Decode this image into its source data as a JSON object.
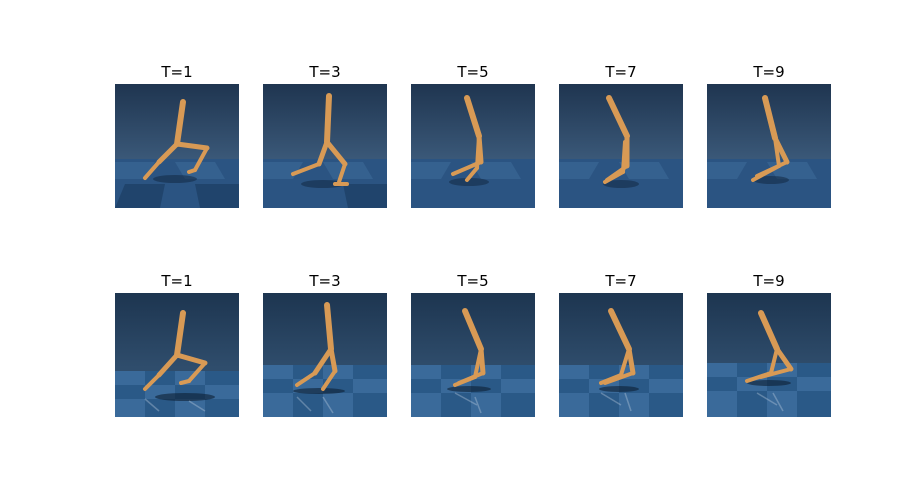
{
  "rows": [
    {
      "panels": [
        {
          "title": "T=1"
        },
        {
          "title": "T=3"
        },
        {
          "title": "T=5"
        },
        {
          "title": "T=7"
        },
        {
          "title": "T=9"
        }
      ]
    },
    {
      "panels": [
        {
          "title": "T=1"
        },
        {
          "title": "T=3"
        },
        {
          "title": "T=5"
        },
        {
          "title": "T=7"
        },
        {
          "title": "T=9"
        }
      ]
    }
  ],
  "colors": {
    "sky_top": "#1f3550",
    "sky_bottom": "#3a5878",
    "floor_dark": "#1d3d62",
    "floor_light": "#34608c",
    "body": "#d89a55",
    "body_edge": "#b87a3a"
  }
}
